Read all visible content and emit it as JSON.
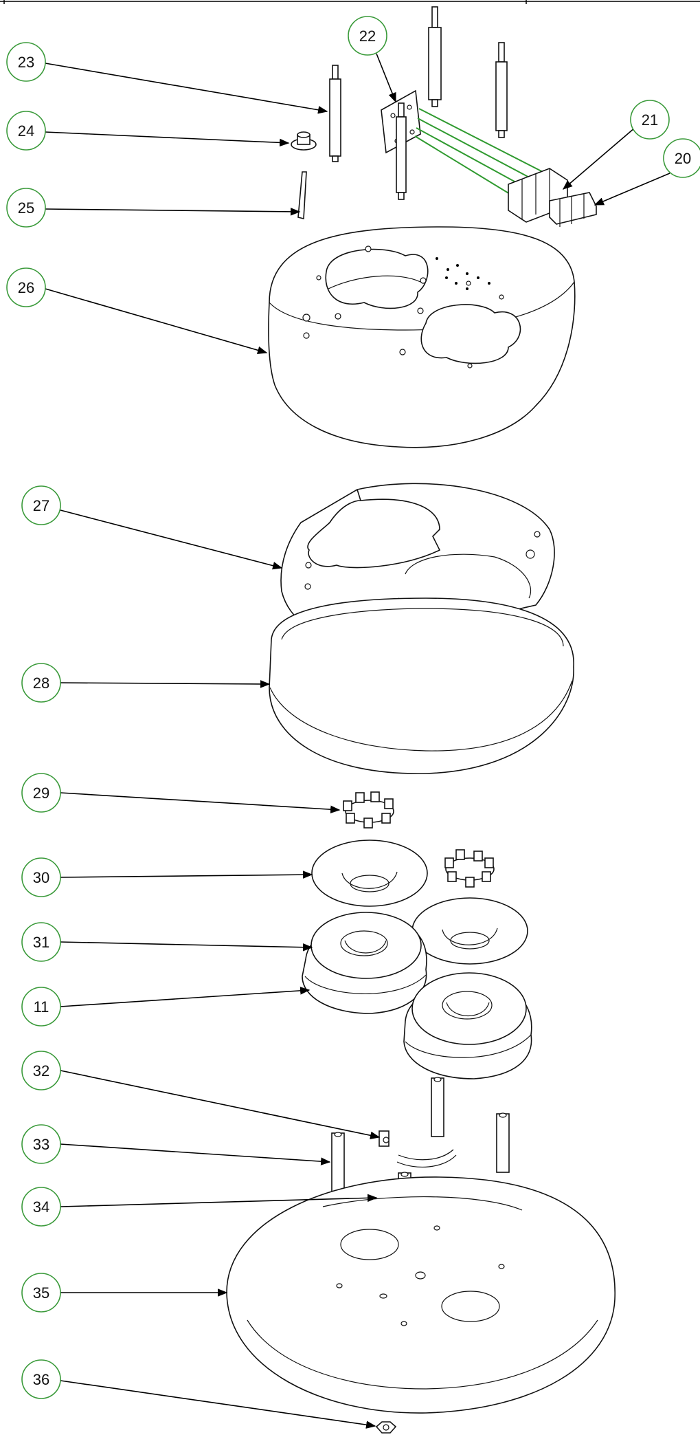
{
  "callouts": [
    {
      "id": "c23",
      "label": "23"
    },
    {
      "id": "c24",
      "label": "24"
    },
    {
      "id": "c25",
      "label": "25"
    },
    {
      "id": "c22",
      "label": "22"
    },
    {
      "id": "c21",
      "label": "21"
    },
    {
      "id": "c20",
      "label": "20"
    },
    {
      "id": "c26",
      "label": "26"
    },
    {
      "id": "c27",
      "label": "27"
    },
    {
      "id": "c28",
      "label": "28"
    },
    {
      "id": "c29",
      "label": "29"
    },
    {
      "id": "c30",
      "label": "30"
    },
    {
      "id": "c31",
      "label": "31"
    },
    {
      "id": "c11",
      "label": "11"
    },
    {
      "id": "c32",
      "label": "32"
    },
    {
      "id": "c33",
      "label": "33"
    },
    {
      "id": "c34",
      "label": "34"
    },
    {
      "id": "c35",
      "label": "35"
    },
    {
      "id": "c36",
      "label": "36"
    }
  ],
  "colors": {
    "bubble_stroke": "#3a9a3a",
    "wire": "#2f9a2f",
    "line": "#000000",
    "background": "#ffffff"
  }
}
